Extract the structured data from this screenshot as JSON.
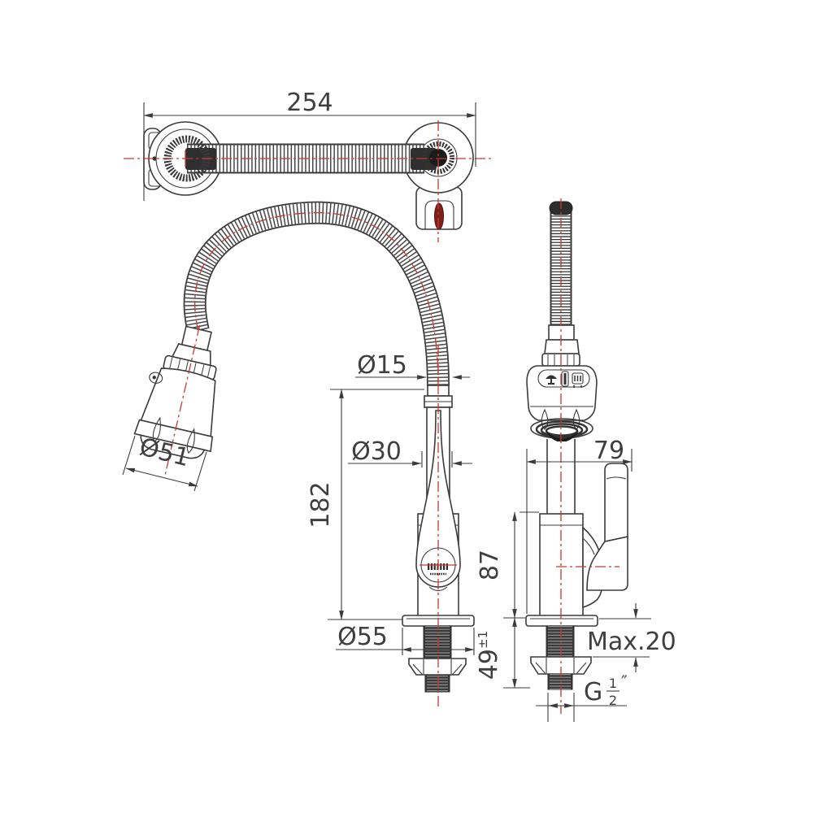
{
  "drawing_title": "flexible-spout-faucet-technical-drawing",
  "colors": {
    "background": "#ffffff",
    "line": "#3b3b3b",
    "centerline_red": "#c43a34",
    "handle_red": "#7d2019",
    "thread_dark": "#3a3a3a"
  },
  "dims": {
    "overall_reach": "254",
    "hose_dia": "Ø15",
    "body_dia": "Ø30",
    "head_dia": "Ø51",
    "height": "182",
    "base_dia": "Ø55",
    "depth": "79",
    "body_height": "87",
    "counter_max": "Max.20",
    "shank_len": "49",
    "shank_tol": "±1",
    "thread_prefix": "G",
    "thread_num": "1",
    "thread_den": "2",
    "thread_unit": "″"
  }
}
